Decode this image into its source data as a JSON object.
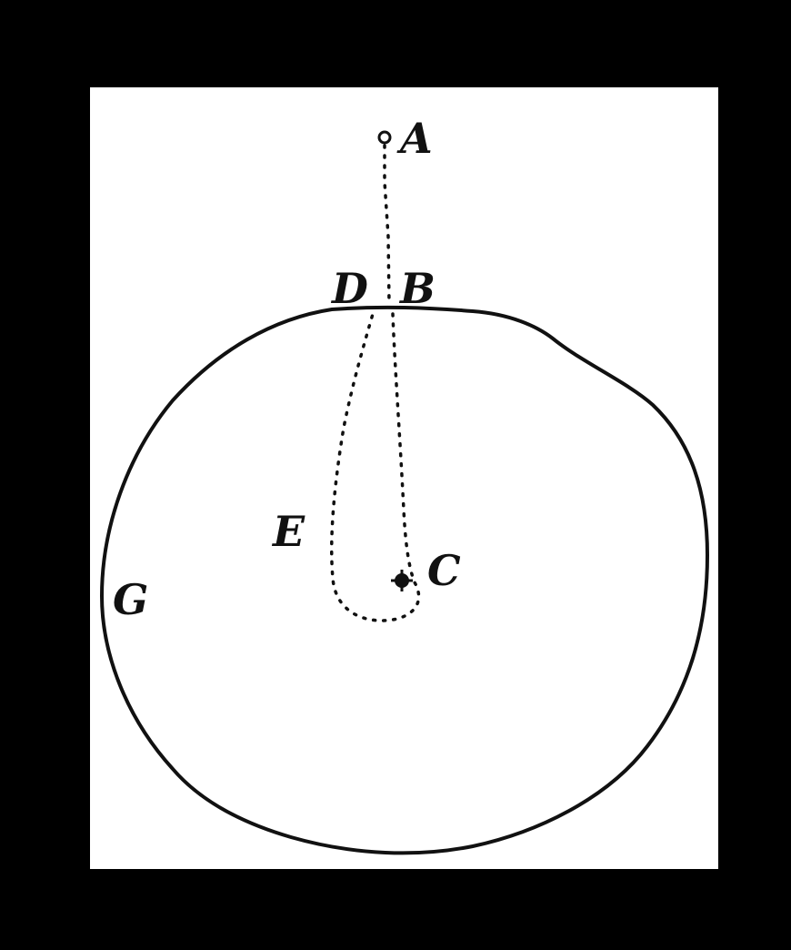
{
  "diagram": {
    "labels": {
      "A": "A",
      "B": "B",
      "C": "C",
      "D": "D",
      "E": "E",
      "G": "G"
    },
    "colors": {
      "frame": "#000000",
      "paper": "#ffffff",
      "ink": "#111111"
    }
  }
}
